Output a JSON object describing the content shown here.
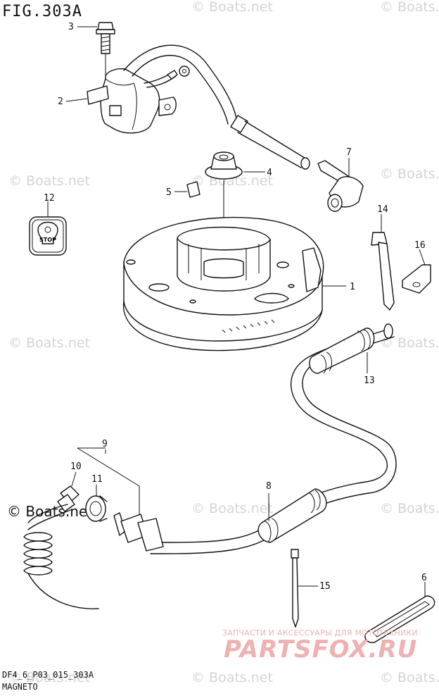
{
  "figure": {
    "title": "FIG.303A",
    "code": "DF4_6_P03_015_303A",
    "caption": "MAGNETO"
  },
  "watermarks": {
    "text": "© Boats.net",
    "dark_text": "© Boats.net",
    "shop_tagline": "ЗАПЧАСТИ И АКСЕССУАРЫ ДЛЯ МОТОТЕХНИКИ",
    "shop_logo": "PARTSFOX.RU"
  },
  "callouts": {
    "c1": "1",
    "c2": "2",
    "c3": "3",
    "c4": "4",
    "c5": "5",
    "c6": "6",
    "c7": "7",
    "c8": "8",
    "c9": "9",
    "c10": "10",
    "c11": "11",
    "c12": "12",
    "c13": "13",
    "c14": "14",
    "c15": "15",
    "c16": "16"
  },
  "stop_switch": {
    "label": "STOP"
  },
  "colors": {
    "line": "#111111",
    "watermark": "#d4d4d4",
    "shop_logo": "#efb1b1"
  }
}
